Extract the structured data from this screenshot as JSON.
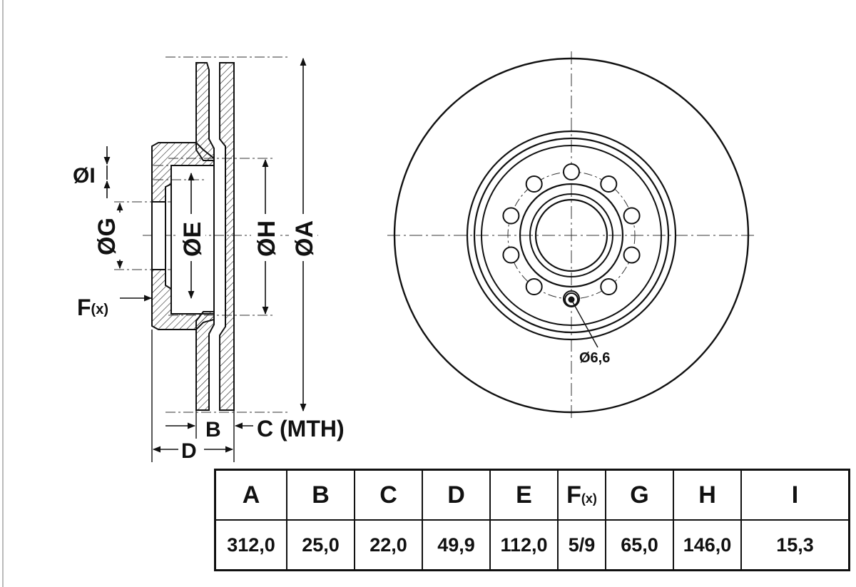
{
  "diagram": {
    "side_labels": {
      "dia_i": "ØI",
      "dia_g": "ØG",
      "dia_e": "ØE",
      "dia_h": "ØH",
      "dia_a": "ØA",
      "f_main": "F",
      "f_sub": "(x)",
      "b": "B",
      "c": "C (MTH)",
      "d": "D"
    },
    "front_labels": {
      "hole_dia": "Ø6,6"
    }
  },
  "table": {
    "headers": [
      {
        "main": "A",
        "sub": ""
      },
      {
        "main": "B",
        "sub": ""
      },
      {
        "main": "C",
        "sub": ""
      },
      {
        "main": "D",
        "sub": ""
      },
      {
        "main": "E",
        "sub": ""
      },
      {
        "main": "F",
        "sub": "(x)"
      },
      {
        "main": "G",
        "sub": ""
      },
      {
        "main": "H",
        "sub": ""
      },
      {
        "main": "I",
        "sub": ""
      }
    ],
    "values": [
      "312,0",
      "25,0",
      "22,0",
      "49,9",
      "112,0",
      "5/9",
      "65,0",
      "146,0",
      "15,3"
    ]
  }
}
